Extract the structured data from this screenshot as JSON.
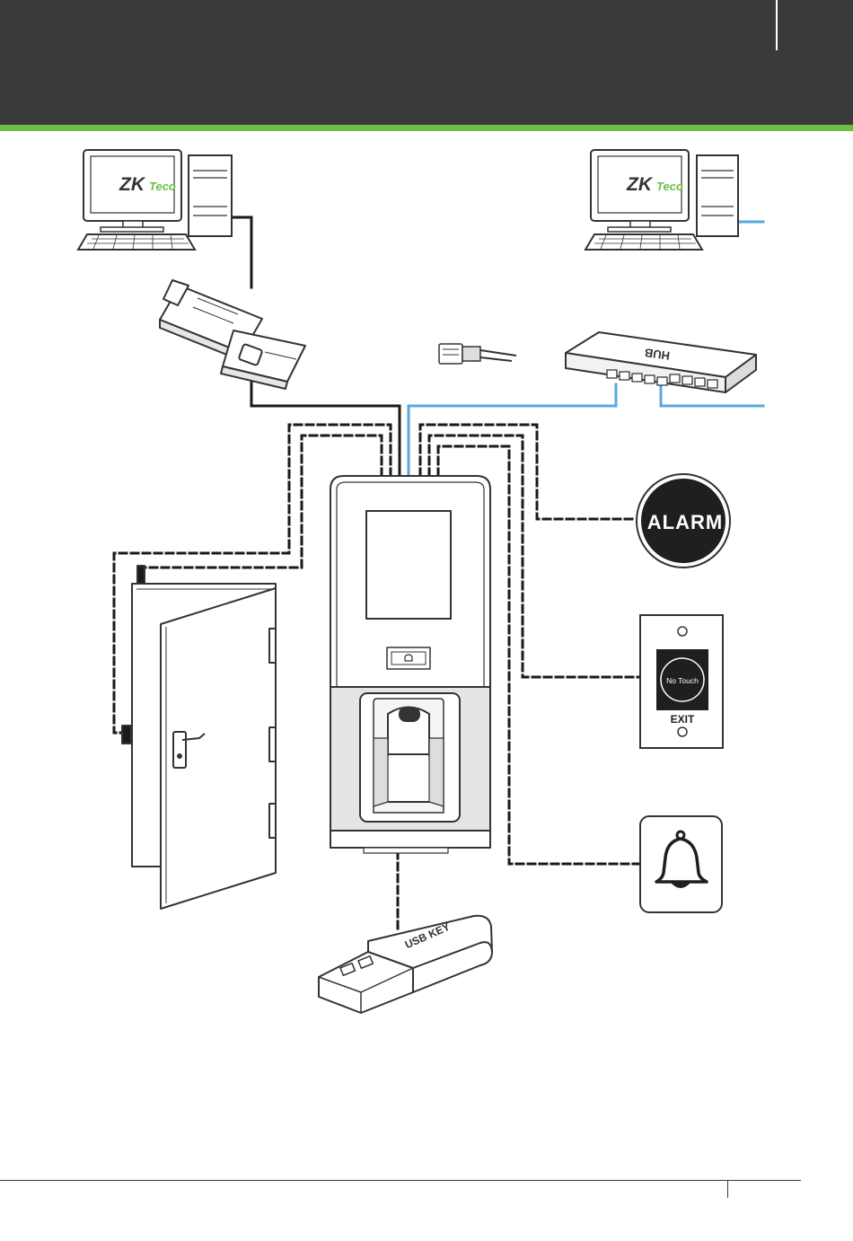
{
  "colors": {
    "header": "#3a3a3c",
    "accent": "#6cbe45",
    "network_line": "#5aa7e0",
    "line": "#1a1a1a"
  },
  "brand": {
    "logo_zk": "ZK",
    "logo_teco": "Teco"
  },
  "hub": {
    "label": "HUB"
  },
  "alarm": {
    "label": "ALARM"
  },
  "exit_button": {
    "touch_label": "No Touch",
    "label": "EXIT"
  },
  "usb": {
    "label": "USB KEY"
  },
  "icons": [
    "computer-icon",
    "converter-icon",
    "rj45-connector-icon",
    "hub-icon",
    "door-icon",
    "terminal-icon",
    "alarm-icon",
    "exit-button-icon",
    "bell-icon",
    "usb-key-icon"
  ]
}
